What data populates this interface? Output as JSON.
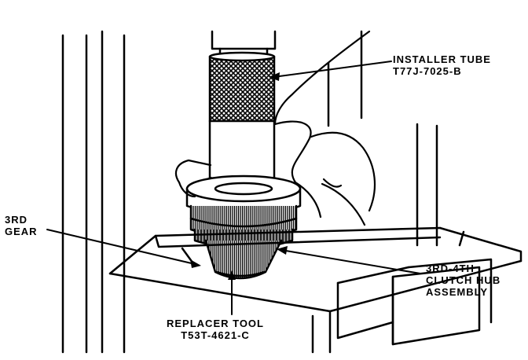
{
  "labels": {
    "installer_tube": [
      "INSTALLER TUBE",
      "T77J-7025-B"
    ],
    "third_gear": [
      "3RD",
      "GEAR"
    ],
    "clutch_hub": [
      "3RD-4TH",
      "CLUTCH HUB",
      "ASSEMBLY"
    ],
    "replacer_tool": [
      "REPLACER TOOL",
      "T53T-4621-C"
    ]
  },
  "colors": {
    "ink": "#000000",
    "paper": "#ffffff"
  }
}
